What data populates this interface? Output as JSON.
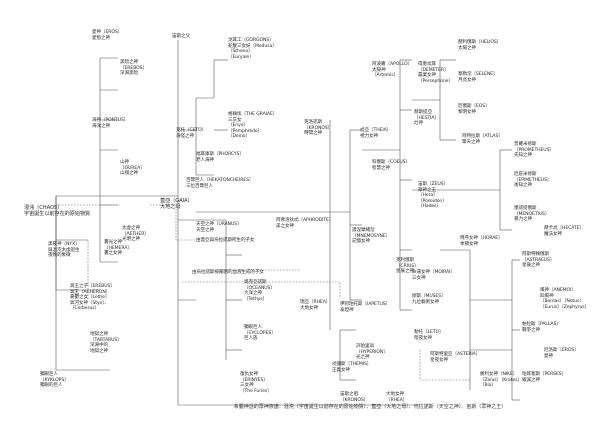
{
  "nodes": {
    "chaos": "混沌〔CHAOS〕\n宇宙誕生以前存在的原始物質",
    "nyx": "黑夜神〔NYX〕\n與混沌太虛誕生\n夜晚的象徵",
    "hemera": "晝光之神\n〔HEMERA〕\n晝之女神",
    "aether": "太虛之神\n〔AETHER〕\n光明之神",
    "erebus_group": "冥王之子〔EREBUS〕\n冥王〔ACHERON〕\n憂鬱之女〔Lethe〕\n冥河女神〔Styx〕、\n〔Cerberus〕",
    "tartarus": "地獄之神\n〔TARTARUS〕\n深淵中的\n地獄之神",
    "uranus_sons": "獨眼巨人\n〔KYKLOPS〕\n獨眼的巨人",
    "eros": "愛神〔EROS〕\n愛慾之神",
    "erebos": "黑暗之神\n〔EREBOS〕\n深淵黑暗",
    "pontus": "海神〔PONTUS〕\n海洋之神",
    "ourea": "山神\n〔OUREA〕\n山嶺之神",
    "gaia": "蓋亞〔GAIA〕\n大地之母",
    "kronos_children": "百臂巨人〔HEKATONCHEIRES〕\n三位百臂巨人",
    "ceto": "克托〔CETO〕\n海怪之神",
    "phorcys": "福耳庫斯〔PHORCYS〕\n老人海神",
    "gorgons": "戈耳工〔GORGONS〕\n蛇髮三女妖〔Medusa〕\n〔Stheno〕\n〔Euryale〕",
    "graiae": "格賴埃〔THE GRAIAE〕\n三灰女\n〔Enyo〕\n〔Pemphredo〕\n〔Deino〕",
    "uranus": "天空之神〔URANUS〕\n天空之神",
    "aphrodite": "阿佛洛狄忒〔APHRODITE〕\n美之女神",
    "oceanus": "奧克亞諾斯\n〔OCEANUS〕\n大洋之神\n〔Tethys〕",
    "cyclopes": "獨眼巨人\n〔CYCLOPES〕\n巨人族",
    "erinyes": "復仇女神\n〔ERINYES〕\n三女神\n〔The Furies〕",
    "titans_note": "由烏拉諾斯被閹割的血液生成的子女",
    "gaia_uranus_note": "由蓋亞與烏拉諾斯所生的子女",
    "kronos": "克洛諾斯\n〔KRONOS〕\n時間之神",
    "rhea": "瑞亞〔RHEA〕\n大地女神",
    "hyperion": "許珀里翁\n〔HYPERION〕\n光之神",
    "iapetus": "伊阿珀托斯〔IAPETUS〕\n泰坦神",
    "themis": "忒彌斯〔THEMIS〕\n正義女神",
    "mnemosyne": "謨涅摩緒涅\n〔MNEMOSYNE〕\n記憶女神",
    "theia": "忒亞〔THEIA〕\n視力女神",
    "coeus": "科俄斯〔COEUS〕\n智慧之神",
    "crius": "克利俄斯\n〔CRIUS〕\n星辰之神",
    "zeus_group": "宙斯〔ZEUS〕\n眾神之王\n〔Hera〕\n〔Poseidon〕\n〔Hades〕",
    "hestia": "赫斯提亞\n〔HESTIA〕\n灶神",
    "demeter": "得墨忒耳\n〔DEMETER〕\n農業女神\n〔Persephone〕",
    "helios": "赫利俄斯〔HELIOS〕\n太陽之神",
    "selene": "塞勒涅〔SELENE〕\n月亮女神",
    "eos": "厄俄斯〔EOS〕\n黎明女神",
    "atlas": "阿特拉斯〔ATLAS〕\n擎天之神",
    "prometheus": "普羅米修斯\n〔PROMETHEUS〕\n先知之神",
    "epimetheus": "厄庇米修斯\n〔EPIMETHEUS〕\n後知之神",
    "menoetius": "墨諾提俄斯\n〔MENOETIUS〕\n暴力之神",
    "horae": "時序女神〔HORAE〕\n季節女神",
    "moirai": "命運女神〔MOIRAI〕\n三女神",
    "muses": "繆斯〔MUSES〕\n九位藝術女神",
    "leto": "勒托〔LETO〕\n暗夜女神",
    "asteria": "阿斯特里亞〔ASTERIA〕\n星夜女神",
    "astraeus": "阿斯特賴俄斯\n〔ASTRAEUS〕\n星辰之神",
    "pallas": "帕拉斯〔PALLAS〕\n戰爭之神",
    "perses": "珀耳塞斯〔PERSES〕\n毀滅之神",
    "top_note": "宙斯之父",
    "right_a": "阿波羅〔APOLLO〕\n太陽神\n〔Artemis〕",
    "right_b": "赫卡忒〔HECATE〕\n魔法女神",
    "right_c": "風神〔ANEMOI〕\n四風神\n〔Boreas〕〔Notus〕\n〔Eurus〕〔Zephyrus〕",
    "right_d": "厄洛斯〔EROS〕\n愛神",
    "right_e": "勝利女神〔NIKE〕\n〔Zelus〕〔Kratos〕\n〔Bia〕",
    "bottom_pair_a": "宙斯之祖\n〔KRONOS〕",
    "bottom_pair_b": "大地女神\n〔RHEA〕"
  },
  "caption": "希臘神話的眾神族譜：混沌（宇宙誕生以前存在的原始物質）、蓋亞（大地之母）、烏拉諾斯（天空之神）、宙斯（眾神之王）"
}
